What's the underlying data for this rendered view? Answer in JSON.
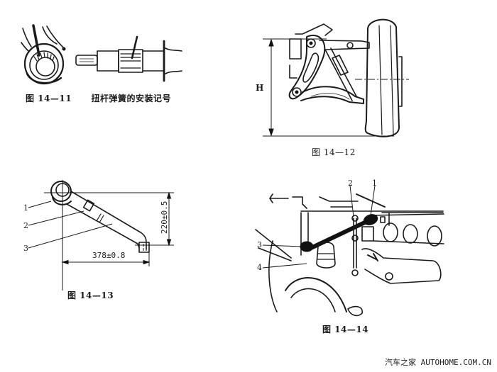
{
  "figures": [
    {
      "id": "fig-14-11",
      "number": "图 14—11",
      "title": "扭杆弹簧的安装记号"
    },
    {
      "id": "fig-14-12",
      "number": "图 14—12",
      "labels": {
        "height": "H"
      }
    },
    {
      "id": "fig-14-13",
      "number": "图 14—13",
      "callouts": [
        "1",
        "2",
        "3"
      ],
      "dimensions": {
        "horizontal": "378±0.8",
        "vertical": "220±0.5"
      }
    },
    {
      "id": "fig-14-14",
      "number": "图 14—14",
      "callouts": [
        "1",
        "2",
        "3",
        "4"
      ]
    }
  ],
  "watermark": {
    "brand": "汽车之家",
    "site": "AUTOHOME.COM.CN"
  }
}
